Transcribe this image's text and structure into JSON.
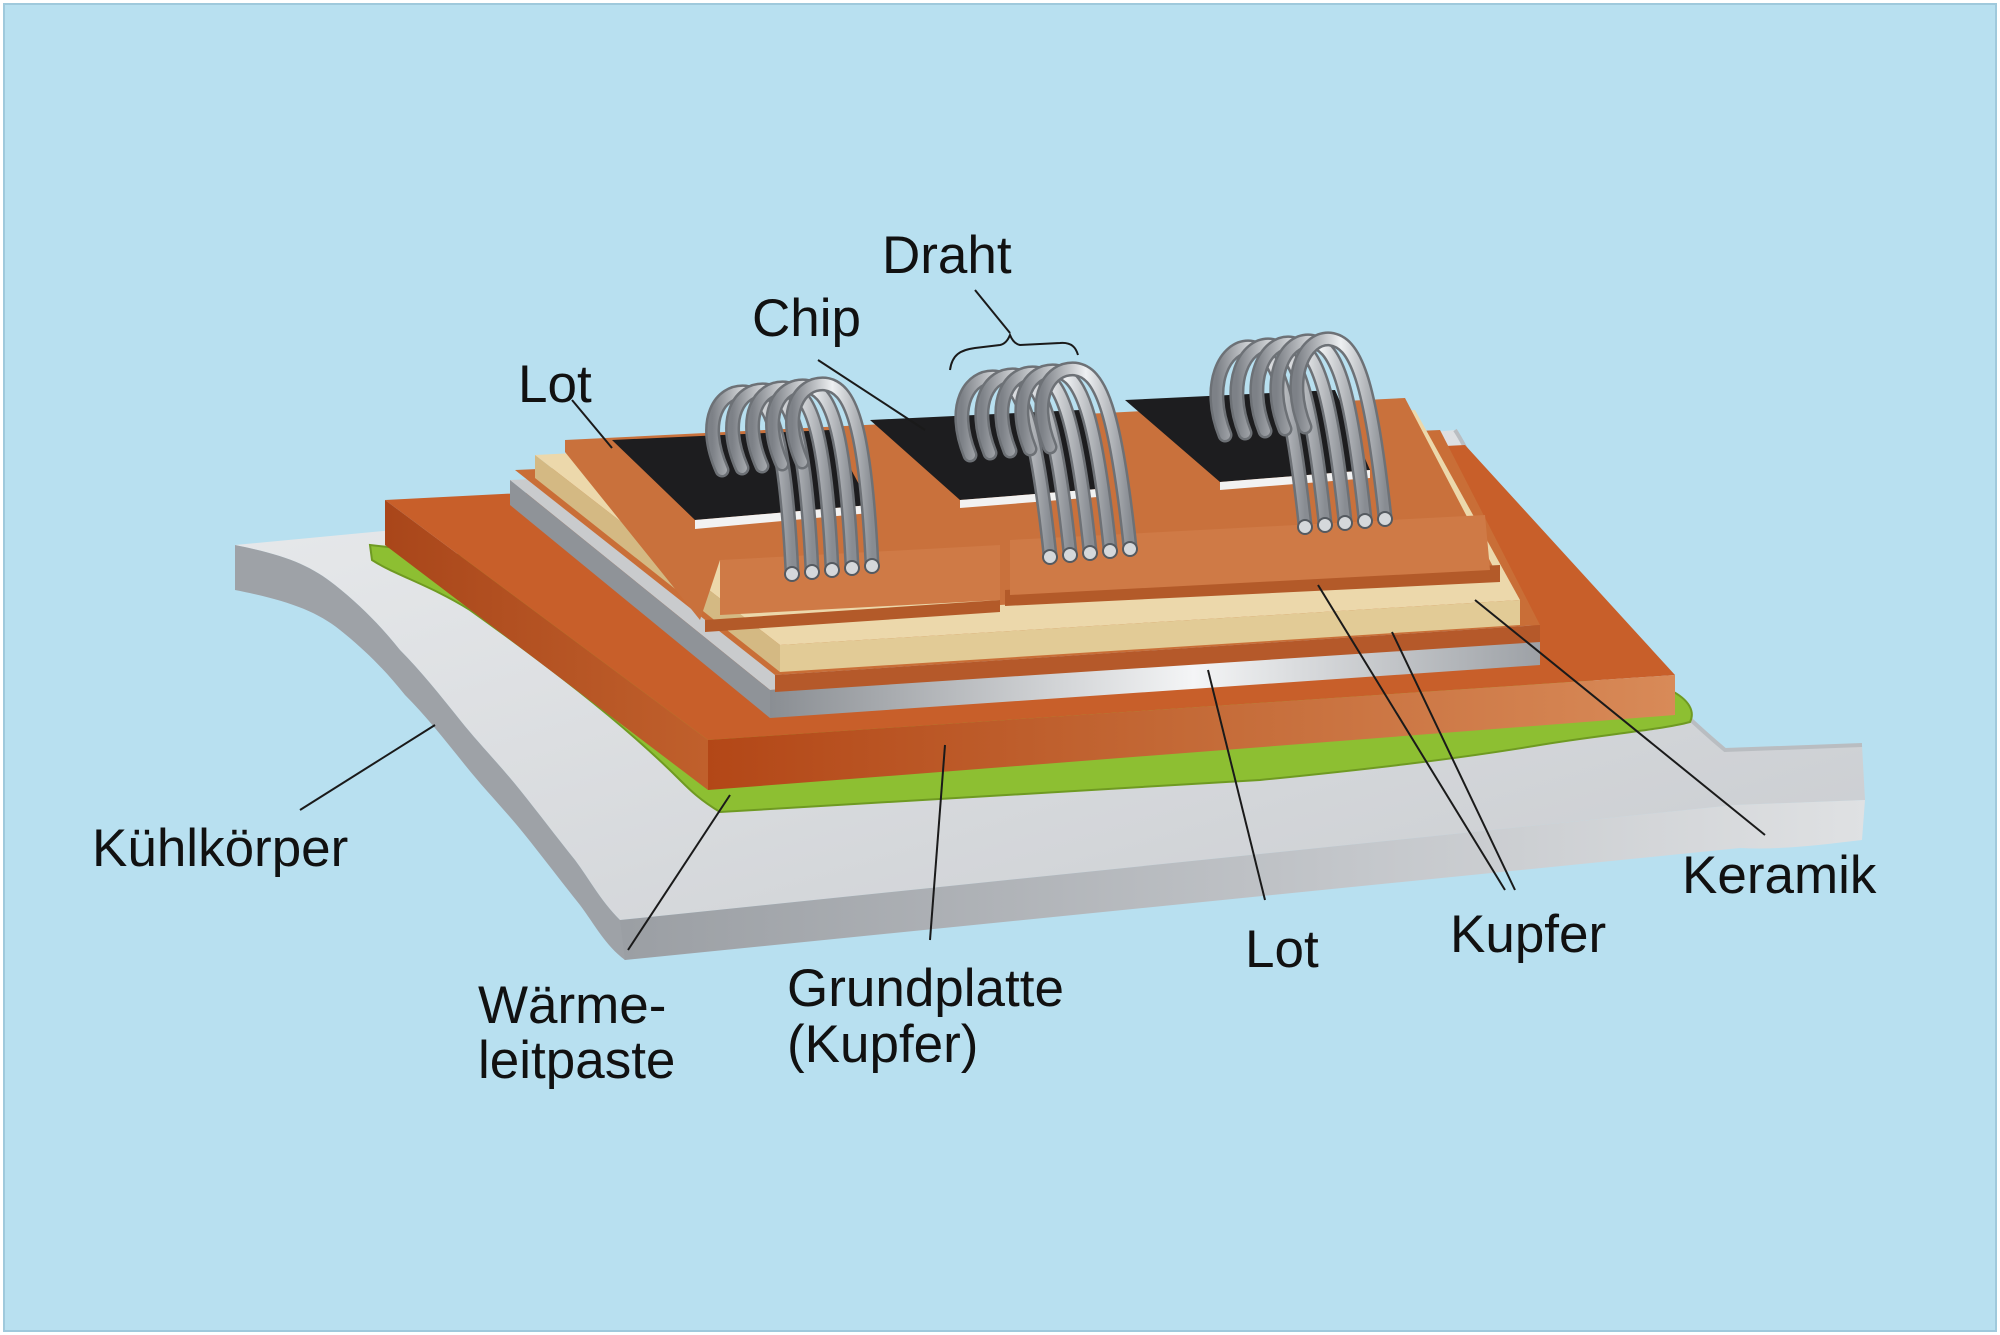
{
  "labels": {
    "draht": "Draht",
    "chip": "Chip",
    "lot_top": "Lot",
    "kuehlkoerper": "Kühlkörper",
    "waermeleitpaste_line1": "Wärme-",
    "waermeleitpaste_line2": "leitpaste",
    "grundplatte_line1": "Grundplatte",
    "grundplatte_line2": "(Kupfer)",
    "lot_bottom": "Lot",
    "kupfer": "Kupfer",
    "keramik": "Keramik"
  },
  "colors": {
    "background": "#b8e0f0",
    "heatsink": "#d3d6d9",
    "heatsink_shadow": "#a4a8ac",
    "thermal_paste": "#8dbf32",
    "baseplate_top": "#c75a24",
    "baseplate_front": "#b9521e",
    "solder": "#c6c8ca",
    "copper": "#cf733c",
    "ceramic": "#eedcb2",
    "chip": "#1c1c1c",
    "wire": "#b8bcc2"
  }
}
